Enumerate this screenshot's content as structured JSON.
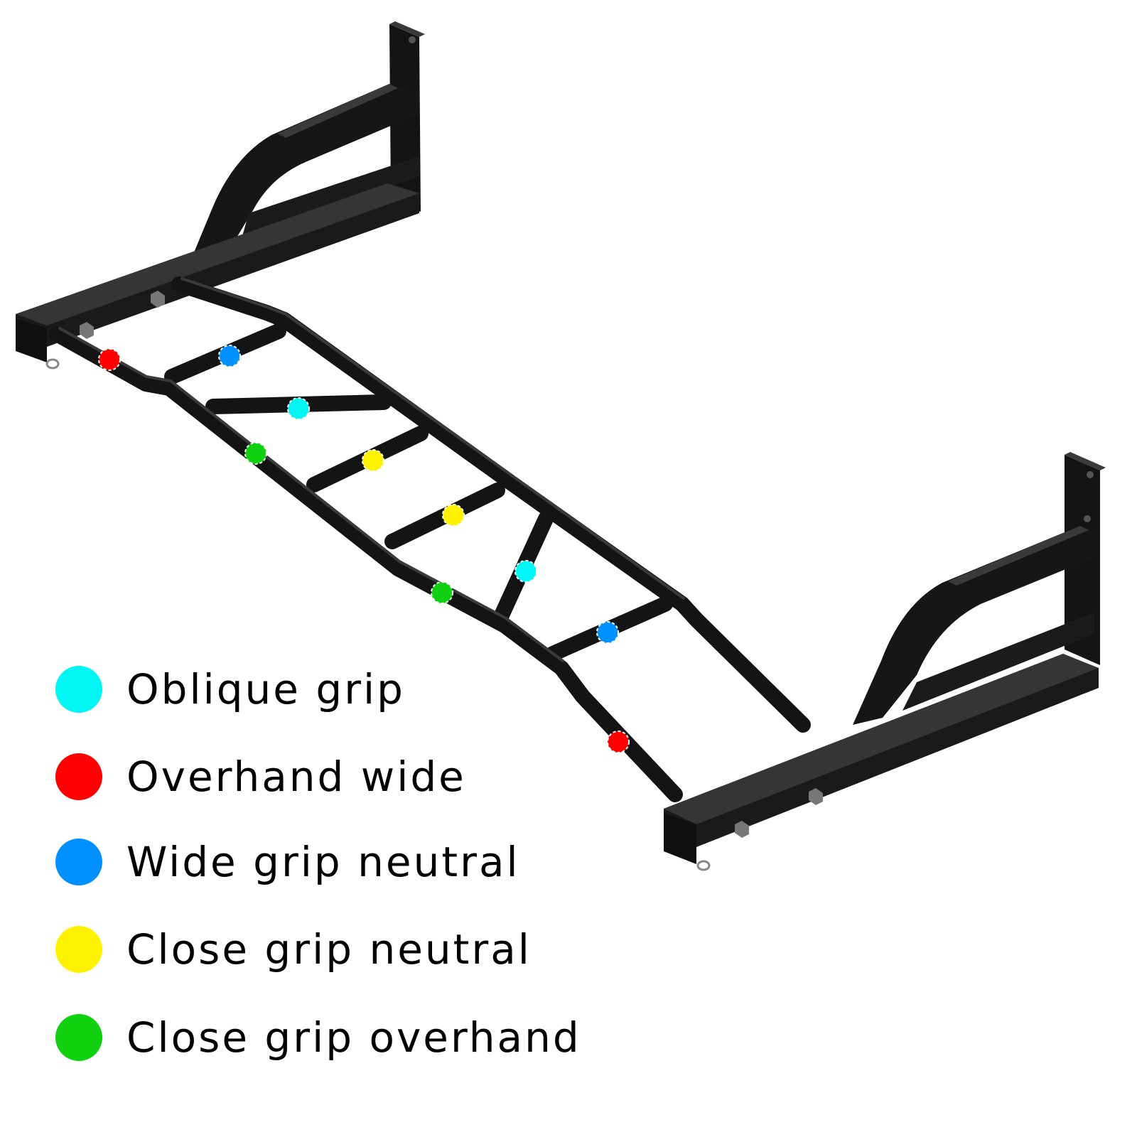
{
  "legend": {
    "items": [
      {
        "key": "oblique",
        "label": "Oblique grip",
        "color": "#00f5f5"
      },
      {
        "key": "overhand-wide",
        "label": "Overhand wide",
        "color": "#ff0000"
      },
      {
        "key": "wide-neutral",
        "label": "Wide grip neutral",
        "color": "#0090ff"
      },
      {
        "key": "close-neutral",
        "label": "Close grip neutral",
        "color": "#fff200"
      },
      {
        "key": "close-overhand",
        "label": "Close grip overhand",
        "color": "#10d010"
      }
    ]
  },
  "product": {
    "frame_color": "#111111",
    "highlight_color": "#3a3a3a"
  }
}
